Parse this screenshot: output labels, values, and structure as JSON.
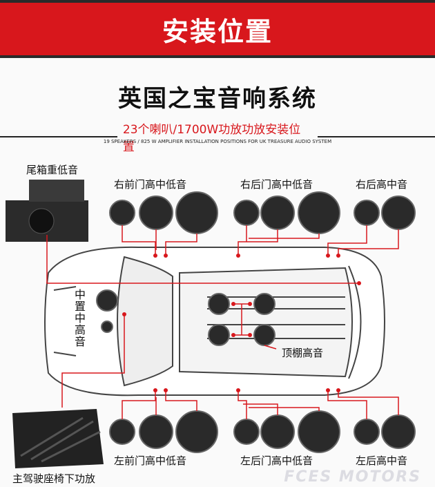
{
  "banner": {
    "title": "安装位置"
  },
  "header": {
    "title": "英国之宝音响系统",
    "subtitle": "23个喇叭/1700W功放功放安装位置",
    "english": "19 SPEAKERS / 825 W AMPLIFIER INSTALLATION POSITIONS FOR UK TREASURE AUDIO SYSTEM"
  },
  "labels": {
    "trunk_sub": "尾箱重低音",
    "rf_door": "右前门高中低音",
    "rr_door": "右后门高中低音",
    "r_rear": "右后高中音",
    "center": "中置中高音",
    "roof": "顶棚高音",
    "lf_door": "左前门高中低音",
    "lr_door": "左后门高中低音",
    "l_rear": "左后高中音",
    "amp": "主驾驶座椅下功放"
  },
  "watermark": "FCES MOTORS",
  "colors": {
    "accent": "#d8171c"
  }
}
